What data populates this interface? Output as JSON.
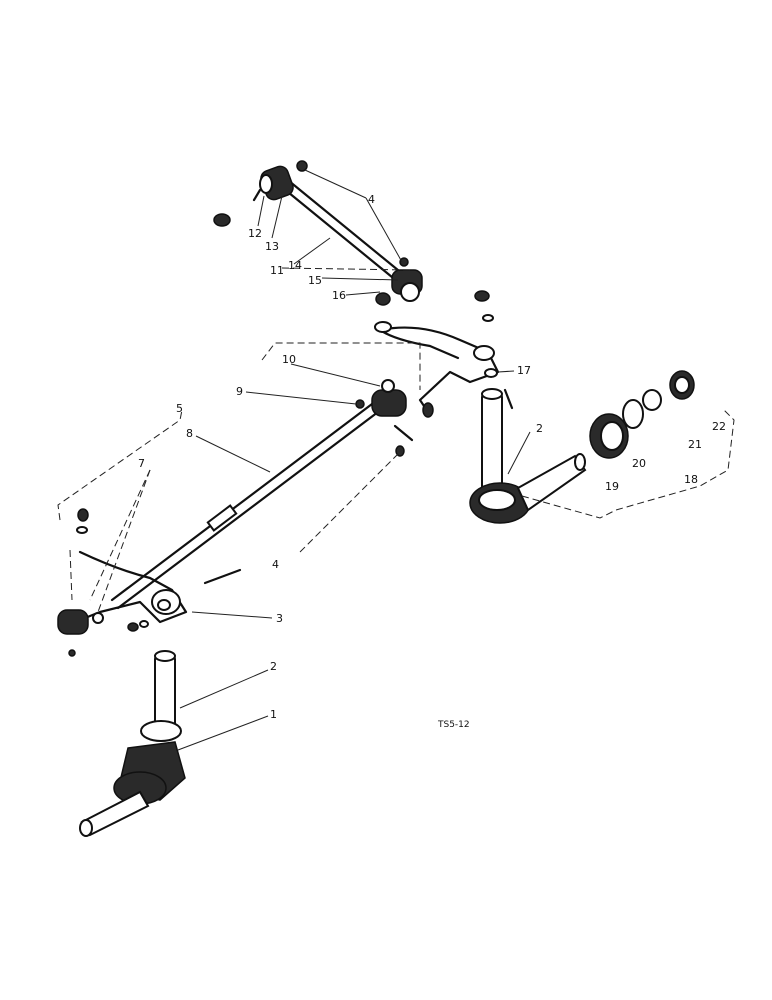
{
  "diagram_code": "TS5-12",
  "callouts": [
    {
      "id": "c1",
      "text": "1"
    },
    {
      "id": "c2a",
      "text": "2"
    },
    {
      "id": "c2b",
      "text": "2"
    },
    {
      "id": "c3",
      "text": "3"
    },
    {
      "id": "c4a",
      "text": "4"
    },
    {
      "id": "c4b",
      "text": "4"
    },
    {
      "id": "c5",
      "text": "5"
    },
    {
      "id": "c7",
      "text": "7"
    },
    {
      "id": "c8",
      "text": "8"
    },
    {
      "id": "c9",
      "text": "9"
    },
    {
      "id": "c10",
      "text": "10"
    },
    {
      "id": "c11",
      "text": "11"
    },
    {
      "id": "c12",
      "text": "12"
    },
    {
      "id": "c13",
      "text": "13"
    },
    {
      "id": "c14",
      "text": "14"
    },
    {
      "id": "c15",
      "text": "15"
    },
    {
      "id": "c16",
      "text": "16"
    },
    {
      "id": "c17",
      "text": "17"
    },
    {
      "id": "c18",
      "text": "18"
    },
    {
      "id": "c19",
      "text": "19"
    },
    {
      "id": "c20",
      "text": "20"
    },
    {
      "id": "c21",
      "text": "21"
    },
    {
      "id": "c22",
      "text": "22"
    }
  ]
}
